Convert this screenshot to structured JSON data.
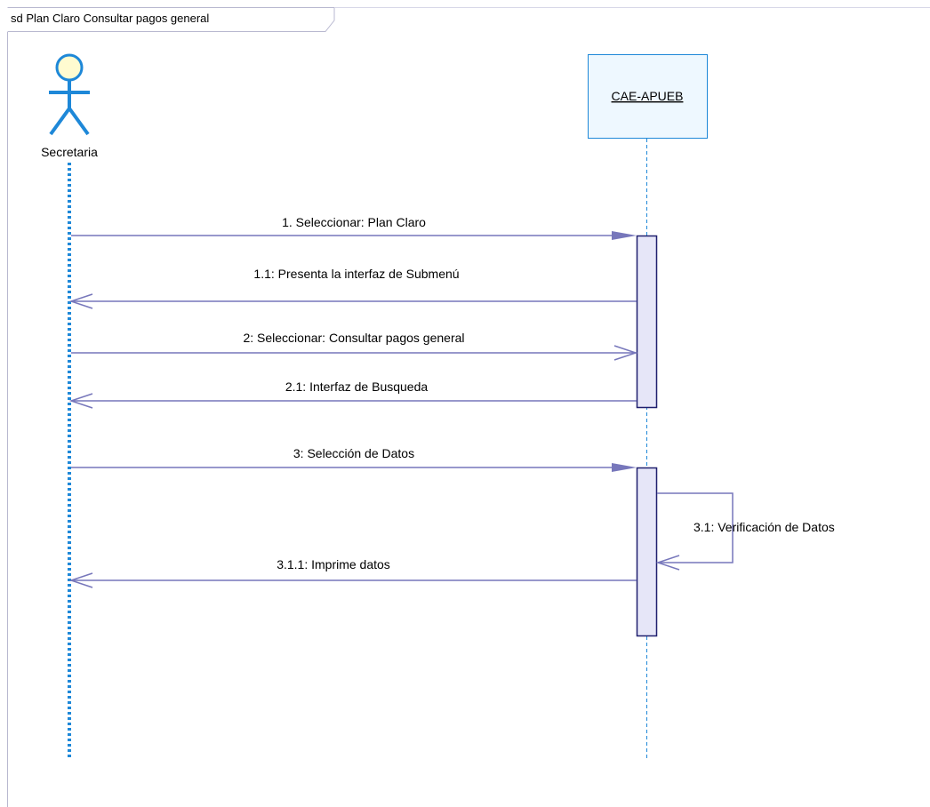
{
  "frame": {
    "title": "sd Plan Claro Consultar pagos general"
  },
  "actor": {
    "name": "Secretaria"
  },
  "lifeline": {
    "name": "CAE-APUEB"
  },
  "messages": [
    {
      "label": "1. Seleccionar: Plan Claro",
      "kind": "call"
    },
    {
      "label": "1.1: Presenta la interfaz de Submenú",
      "kind": "return"
    },
    {
      "label": "2: Seleccionar: Consultar pagos general",
      "kind": "async"
    },
    {
      "label": "2.1: Interfaz de Busqueda",
      "kind": "return"
    },
    {
      "label": "3: Selección de Datos",
      "kind": "call"
    },
    {
      "label": "3.1: Verificación de Datos",
      "kind": "self"
    },
    {
      "label": "3.1.1: Imprime datos",
      "kind": "return"
    }
  ],
  "colors": {
    "line": "#7777bb",
    "actor": "#1e88d8",
    "actor_head": "#fffbd0",
    "lifeline_fill": "#eef8ff",
    "activation_fill": "#e6e6f8",
    "frame_border": "#b8b8d0"
  }
}
